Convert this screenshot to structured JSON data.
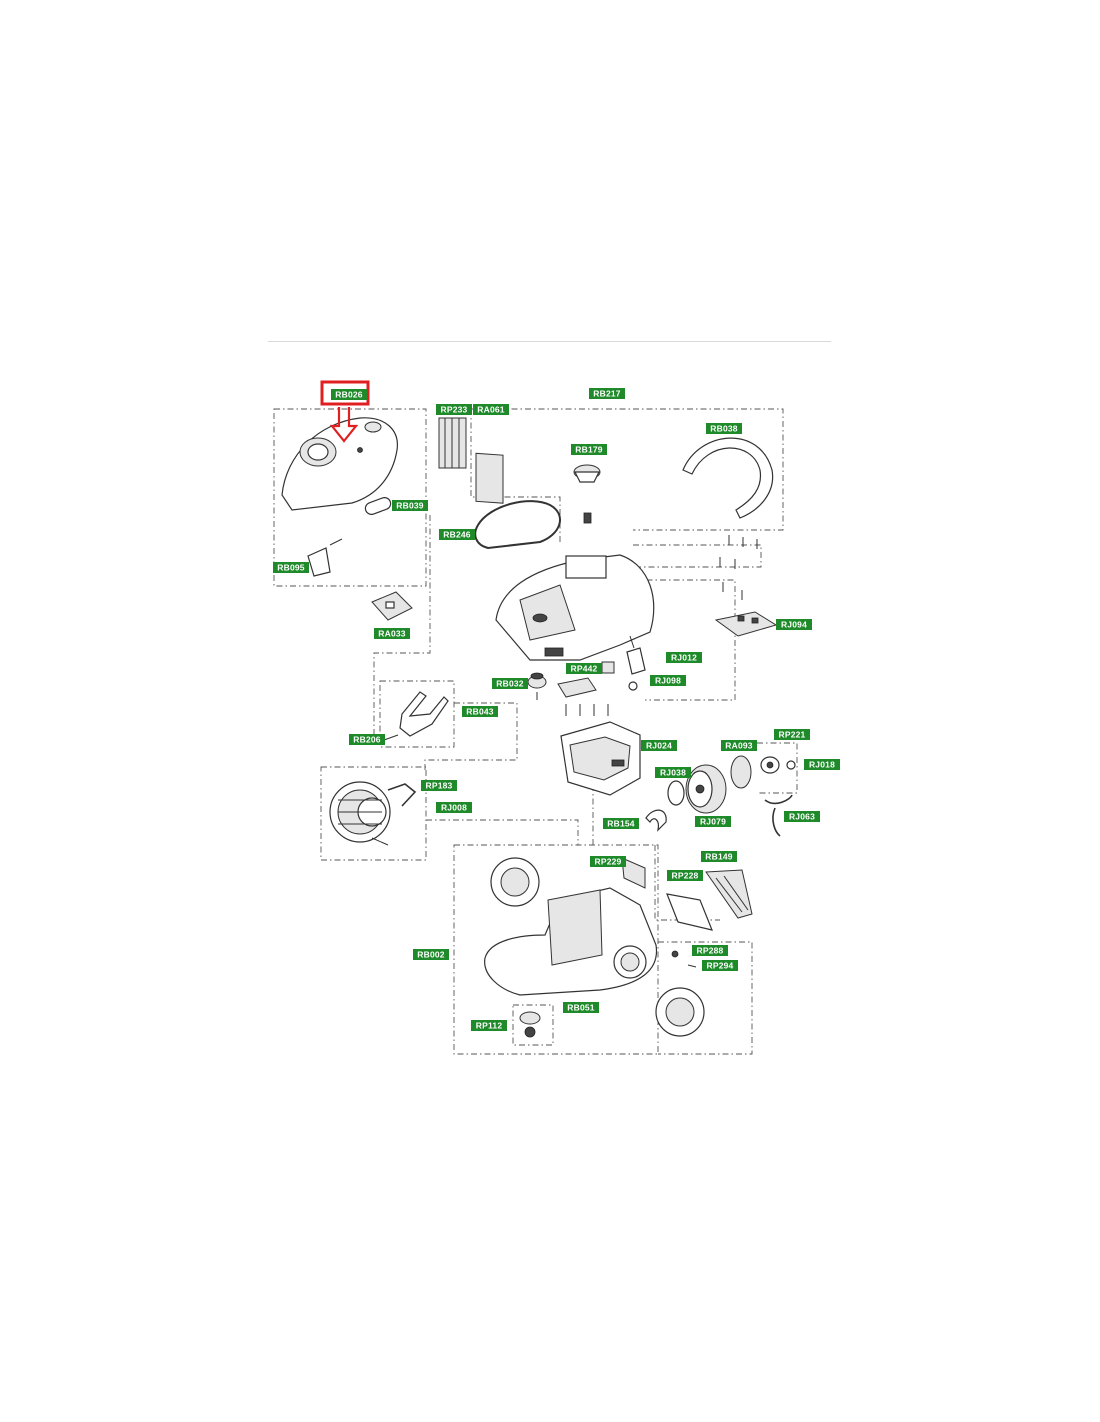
{
  "diagram": {
    "callouts": [
      "RB026",
      "RB217",
      "RP233",
      "RA061",
      "RB179",
      "RB038",
      "RB039",
      "RB246",
      "RB095",
      "RA033",
      "RJ094",
      "RP442",
      "RJ012",
      "RB032",
      "RJ098",
      "RB043",
      "RB206",
      "RJ024",
      "RP221",
      "RA093",
      "RJ018",
      "RJ038",
      "RP183",
      "RJ008",
      "RB154",
      "RJ079",
      "RJ063",
      "RP229",
      "RB149",
      "RP228",
      "RB002",
      "RP288",
      "RP294",
      "RB051",
      "RP112"
    ],
    "highlight": {
      "label": "RB026",
      "color": "#e02020"
    },
    "colors": {
      "tag": "#1f8a2a",
      "tag_text": "#ffffff",
      "separator": "#d9d9d9"
    }
  }
}
